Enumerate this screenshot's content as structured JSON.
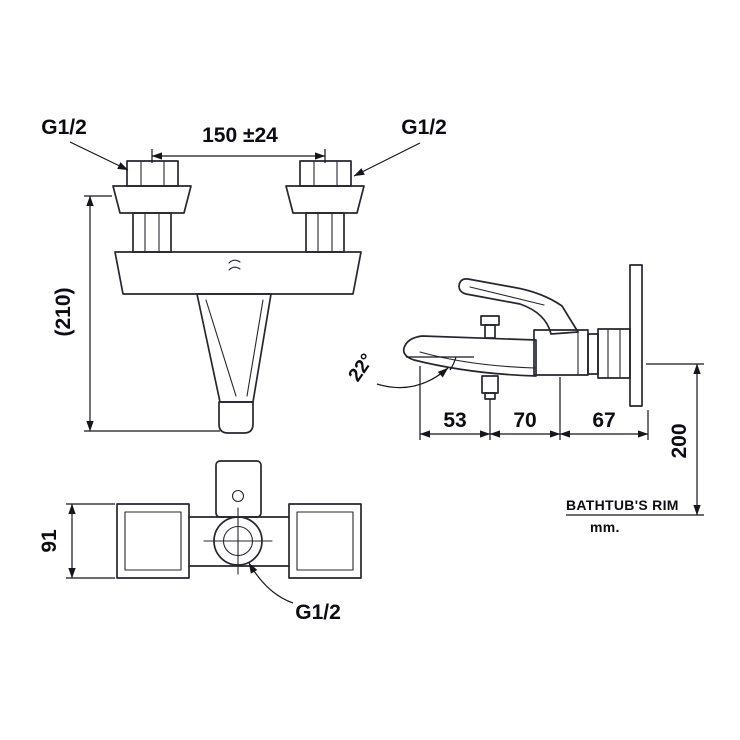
{
  "drawing": {
    "front_view": {
      "label_g12_left": "G1/2",
      "label_g12_right": "G1/2",
      "dim_width": "150 ±24",
      "dim_height": "(210)"
    },
    "side_view": {
      "dim_angle": "22°",
      "dim_a": "53",
      "dim_b": "70",
      "dim_c": "67",
      "dim_drop": "200",
      "rim_label": "BATHTUB'S RIM",
      "units_label": "mm."
    },
    "top_view": {
      "dim_depth": "91",
      "label_g12_bottom": "G1/2"
    }
  }
}
